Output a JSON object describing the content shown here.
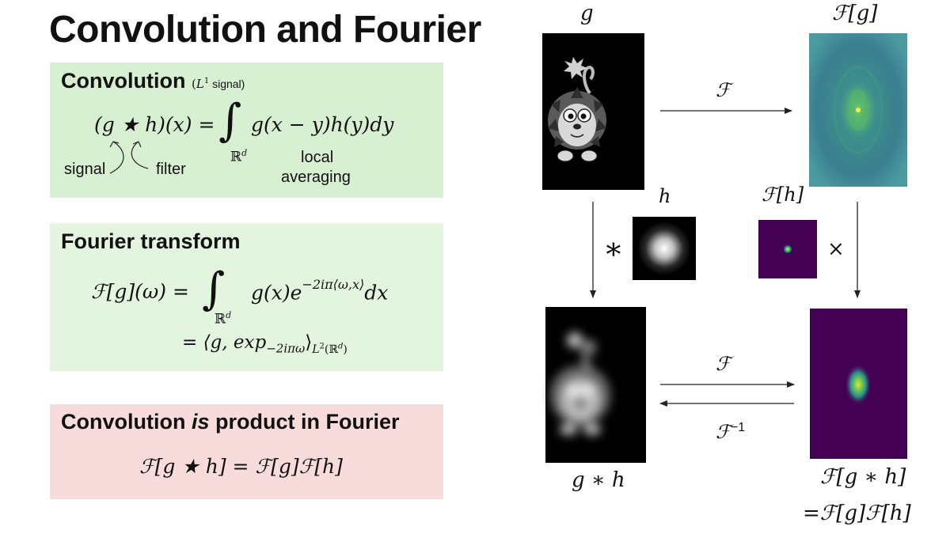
{
  "title": "Convolution and Fourier",
  "convolution": {
    "heading": "Convolution",
    "qualifier_L": "L",
    "qualifier_sup": "1",
    "qualifier_signal": "signal)",
    "qualifier_open": "(",
    "equation_lhs": "(g ★ h)(x) =",
    "equation_rhs": "g(x − y)h(y)dy",
    "integral": "∫",
    "domain": "ℝ",
    "domain_sup": "d",
    "label_signal": "signal",
    "label_filter": "filter",
    "label_local": "local",
    "label_averaging": "averaging"
  },
  "fourier": {
    "heading": "Fourier transform",
    "lhs": "ℱ[g](ω) =",
    "integral": "∫",
    "domain": "ℝ",
    "domain_sup": "d",
    "integrand": "g(x)e",
    "exponent": "−2iπ⟨ω,x⟩",
    "dx": "dx",
    "line2_eq": "= ⟨g, exp",
    "line2_sub": "−2iπω",
    "line2_close": "⟩",
    "line2_space": "L",
    "line2_space_sup": "2",
    "line2_space_arg": "(ℝ",
    "line2_space_arg_sup": "d",
    "line2_space_close": ")"
  },
  "product": {
    "heading_pre": "Convolution ",
    "heading_em": "is",
    "heading_post": " product in Fourier",
    "equation": "ℱ[g ★ h] = ℱ[g]ℱ[h]"
  },
  "diagram": {
    "label_g": "g",
    "label_Fg": "ℱ[g]",
    "label_h": "h",
    "label_Fh": "ℱ[h]",
    "arrow_F_top": "ℱ",
    "arrow_F_bottom": "ℱ",
    "arrow_Finv": "ℱ",
    "arrow_Finv_sup": "−1",
    "conv_op": "∗",
    "times_op": "×",
    "label_gh": "g ∗ h",
    "label_Fgh": "ℱ[g ∗ h]",
    "label_FgFh": "=ℱ[g]ℱ[h]"
  },
  "colors": {
    "panel_conv": "#d8f0d2",
    "panel_fourier": "#e3f5de",
    "panel_product": "#f8dcdc",
    "viridis_dark": "#440154",
    "viridis_mid": "#31688e",
    "viridis_light": "#fde725"
  }
}
